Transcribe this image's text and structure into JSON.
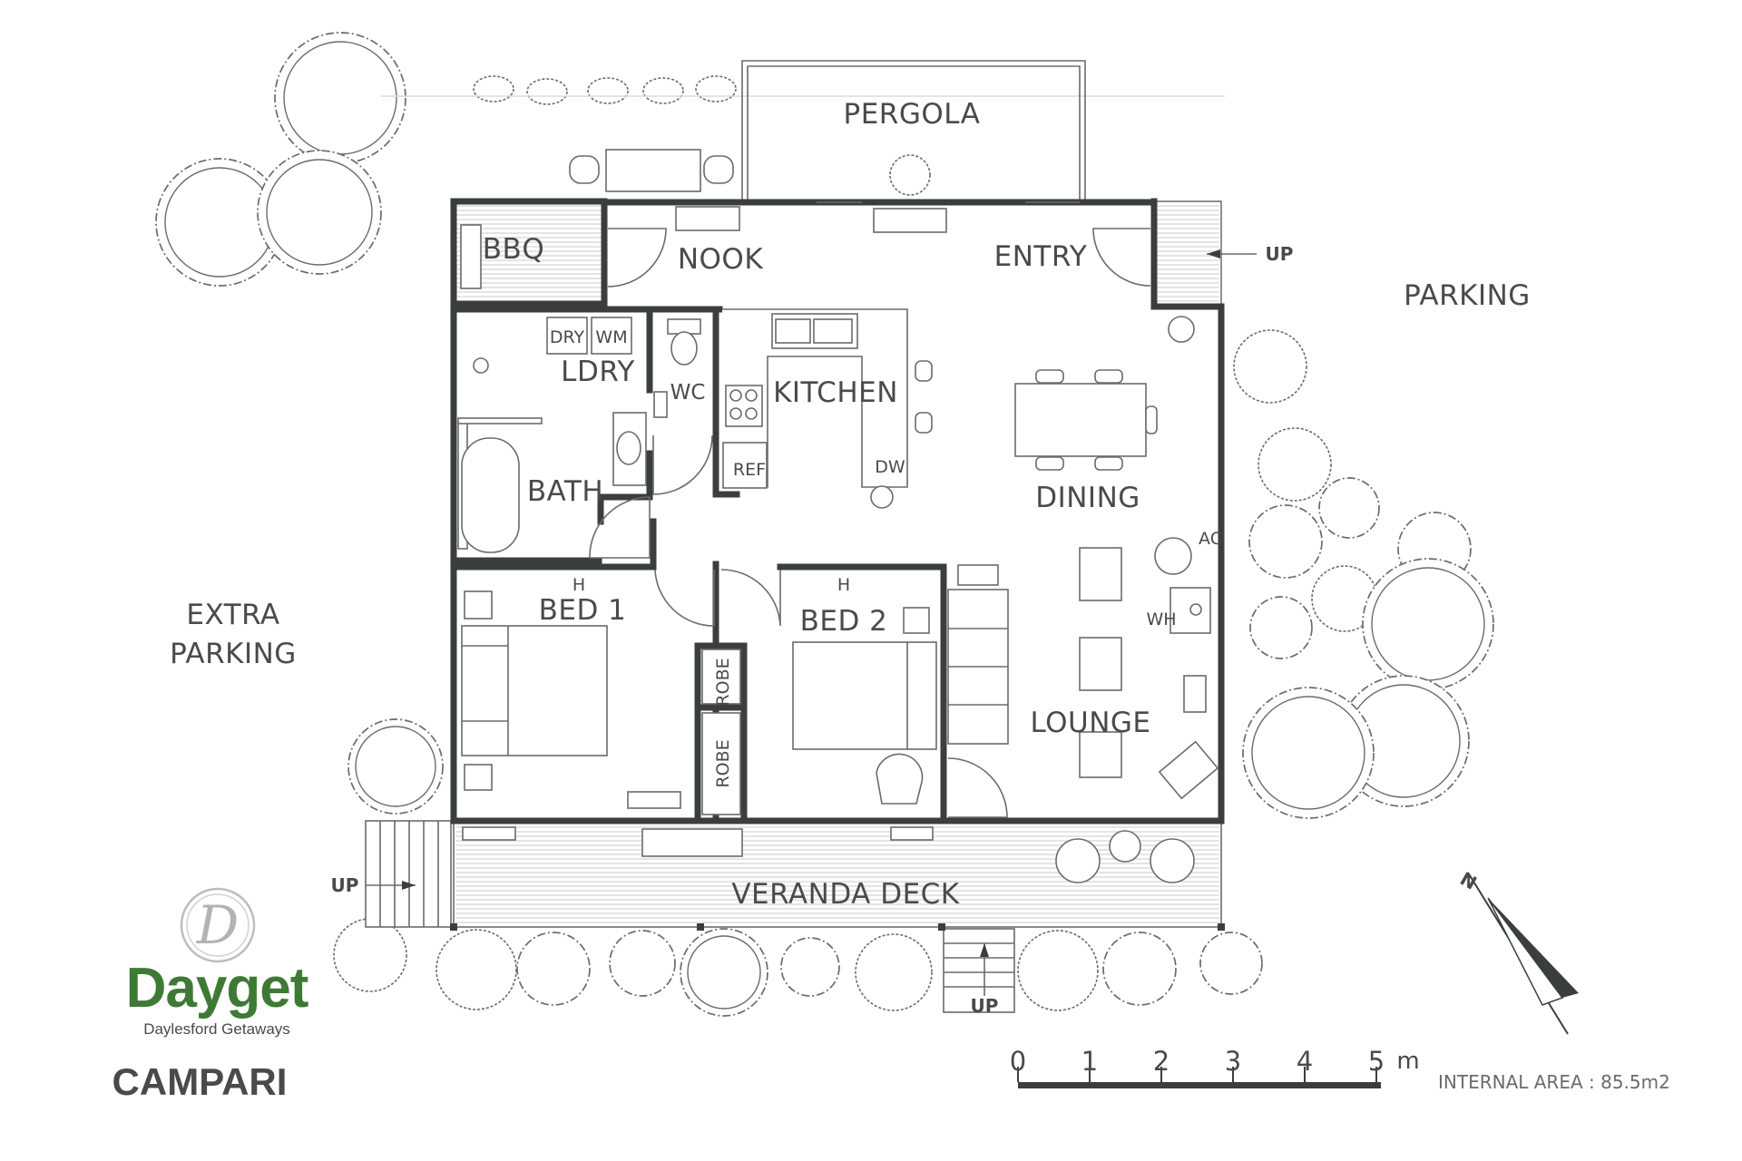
{
  "rooms": {
    "pergola": "PERGOLA",
    "bbq": "BBQ",
    "nook": "NOOK",
    "entry": "ENTRY",
    "parking": "PARKING",
    "dry": "DRY",
    "wm": "WM",
    "ldry": "LDRY",
    "wc": "WC",
    "kitchen": "KITCHEN",
    "bath": "BATH",
    "ref": "REF",
    "dw": "DW",
    "dining": "DINING",
    "ac": "AC",
    "extra_parking_1": "EXTRA",
    "extra_parking_2": "PARKING",
    "bed1": "BED 1",
    "bed2": "BED 2",
    "heater_bed1": "H",
    "heater_bed2": "H",
    "wh": "WH",
    "robe1": "ROBE",
    "robe2": "ROBE",
    "lounge": "LOUNGE",
    "veranda": "VERANDA DECK"
  },
  "stairs": {
    "up_entry": "UP",
    "up_left": "UP",
    "up_bottom": "UP"
  },
  "scale": {
    "ticks": [
      "0",
      "1",
      "2",
      "3",
      "4",
      "5"
    ],
    "unit": "m"
  },
  "internal_area": "INTERNAL AREA : 85.5m2",
  "branding": {
    "monogram": "D",
    "logo_name": "Dayget",
    "logo_tagline": "Daylesford Getaways",
    "property_name": "CAMPARI"
  },
  "colors": {
    "wall": "#3a3f3d",
    "text": "#4a4a4a",
    "logo_green": "#3e7a35"
  },
  "icons": [
    "north-arrow-icon",
    "tree-icon",
    "shrub-icon"
  ]
}
